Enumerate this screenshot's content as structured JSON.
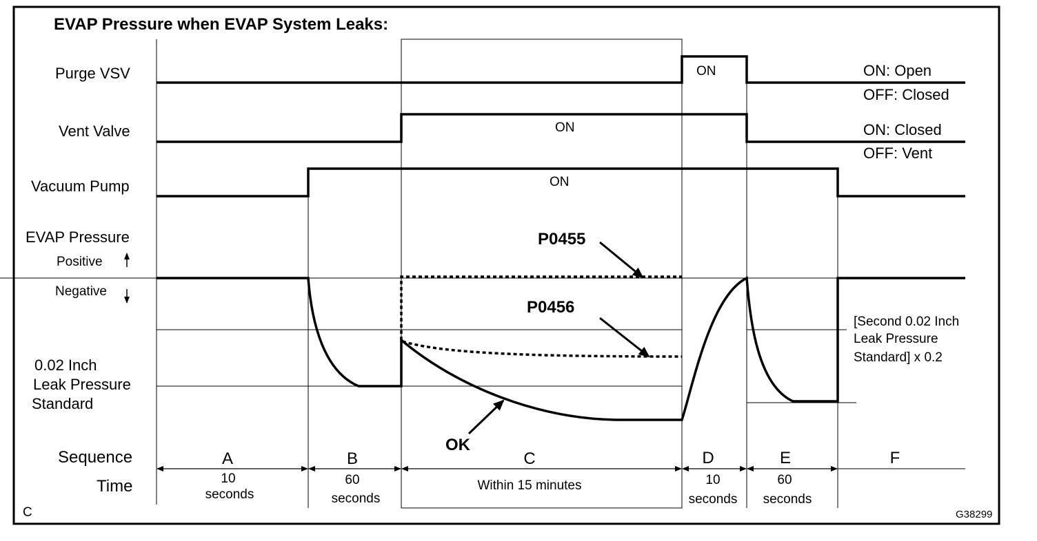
{
  "title": "EVAP Pressure when EVAP System Leaks:",
  "signals": {
    "purge_vsv": {
      "label": "Purge VSV",
      "on_label": "ON",
      "legend_on": "ON: Open",
      "legend_off": "OFF: Closed"
    },
    "vent_valve": {
      "label": "Vent Valve",
      "on_label": "ON",
      "legend_on": "ON: Closed",
      "legend_off": "OFF: Vent"
    },
    "vacuum_pump": {
      "label": "Vacuum Pump",
      "on_label": "ON"
    }
  },
  "pressure": {
    "label": "EVAP Pressure",
    "positive": "Positive",
    "negative": "Negative",
    "standard_label": [
      "0.02 Inch",
      "Leak Pressure",
      "Standard"
    ],
    "second_standard_label": [
      "[Second 0.02 Inch",
      "Leak Pressure",
      "Standard] x 0.2"
    ],
    "codes": {
      "p0455": "P0455",
      "p0456": "P0456",
      "ok": "OK"
    }
  },
  "sequence": {
    "label": "Sequence",
    "time_label": "Time",
    "phases": [
      {
        "letter": "A",
        "time": [
          "10",
          "seconds"
        ]
      },
      {
        "letter": "B",
        "time": [
          "60",
          "seconds"
        ]
      },
      {
        "letter": "C",
        "time": [
          "Within 15 minutes"
        ]
      },
      {
        "letter": "D",
        "time": [
          "10",
          "seconds"
        ]
      },
      {
        "letter": "E",
        "time": [
          "60",
          "seconds"
        ]
      },
      {
        "letter": "F",
        "time": []
      }
    ]
  },
  "corner_code": "C",
  "figure_code": "G38299"
}
